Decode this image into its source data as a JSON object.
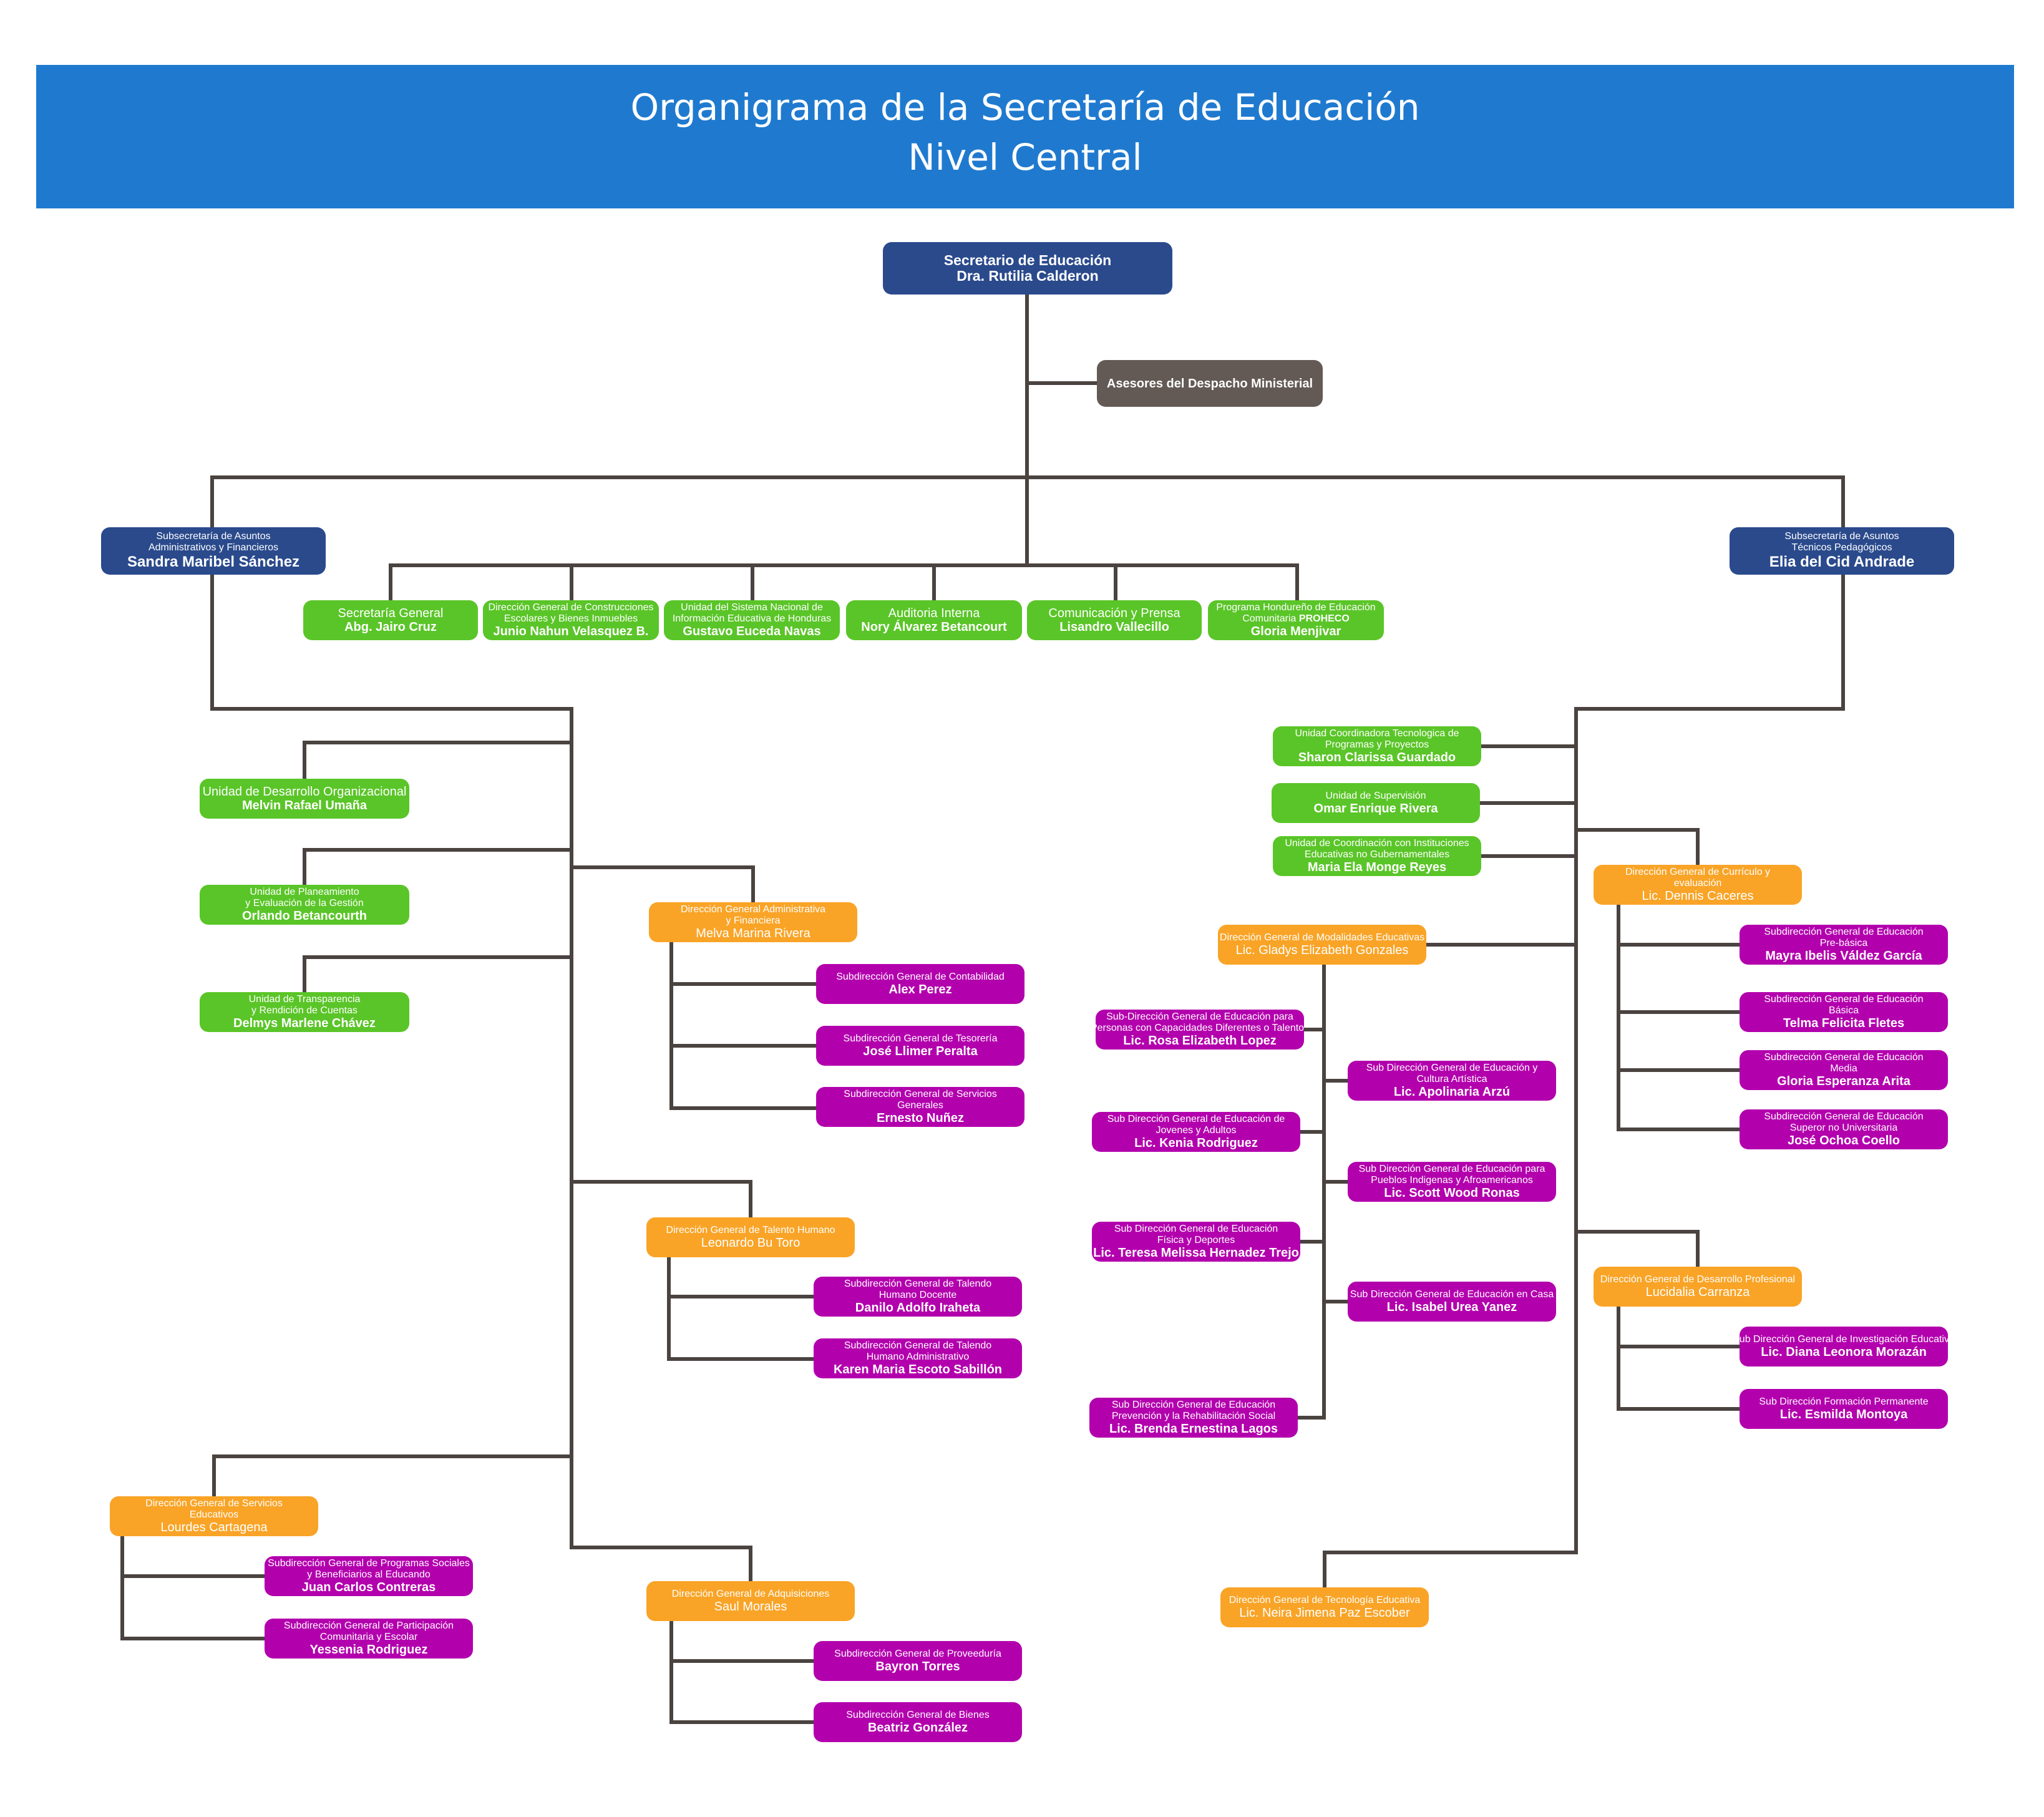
{
  "header": {
    "title": "Organigrama de la Secretaría de Educación",
    "subtitle": "Nivel Central"
  },
  "colors": {
    "banner": "#1f7acf",
    "top_level": "#2a4a8c",
    "advisors": "#635a55",
    "unit": "#5ac528",
    "direction": "#f9a427",
    "subdirection": "#b300ad",
    "connector": "#4a4340"
  },
  "secretary": {
    "title": "Secretario de Educación",
    "name": "Dra. Rutilia Calderon"
  },
  "advisors": {
    "title": "Asesores del Despacho Ministerial"
  },
  "sub_admin": {
    "title_lines": [
      "Subsecretaría de Asuntos",
      "Administrativos y Financieros"
    ],
    "name": "Sandra Maribel Sánchez"
  },
  "sub_tech": {
    "title_lines": [
      "Subsecretaría de Asuntos",
      "Técnicos Pedagógicos"
    ],
    "name": "Elia del Cid Andrade"
  },
  "central_units": [
    {
      "title_lines": [
        "Secretaría General"
      ],
      "name": "Abg. Jairo Cruz"
    },
    {
      "title_lines": [
        "Dirección General de Construcciones",
        "Escolares y Bienes Inmuebles"
      ],
      "name": "Junio Nahun Velasquez B."
    },
    {
      "title_lines": [
        "Unidad del Sistema Nacional de",
        "Información Educativa de Honduras"
      ],
      "name": "Gustavo Euceda Navas"
    },
    {
      "title_lines": [
        "Auditoria Interna"
      ],
      "name": "Nory Álvarez Betancourt"
    },
    {
      "title_lines": [
        "Comunicación y Prensa"
      ],
      "name": "Lisandro Vallecillo"
    },
    {
      "title_lines": [
        "Programa Hondureño de Educación"
      ],
      "title_prefix": "Comunitaria ",
      "title_strong": "PROHECO",
      "name": "Gloria Menjivar"
    }
  ],
  "admin_units": [
    {
      "title_lines": [
        "Unidad de Desarrollo Organizacional"
      ],
      "name": "Melvin Rafael Umaña"
    },
    {
      "title_lines": [
        "Unidad de Planeamiento",
        "y Evaluación de la Gestión"
      ],
      "name": "Orlando Betancourth"
    },
    {
      "title_lines": [
        "Unidad de Transparencia",
        "y Rendición de Cuentas"
      ],
      "name": "Delmys Marlene Chávez"
    }
  ],
  "dg_admin": {
    "title_lines": [
      "Dirección General Administrativa",
      "y Financiera"
    ],
    "name": "Melva Marina Rivera",
    "subs": [
      {
        "title_lines": [
          "Subdirección General de Contabilidad"
        ],
        "name": "Alex Perez"
      },
      {
        "title_lines": [
          "Subdirección General de Tesorería"
        ],
        "name": "José Llimer Peralta"
      },
      {
        "title_lines": [
          "Subdirección General de Servicios",
          "Generales"
        ],
        "name": "Ernesto Nuñez"
      }
    ]
  },
  "dg_talento": {
    "title_lines": [
      "Dirección General de Talento Humano"
    ],
    "name": "Leonardo Bu Toro",
    "subs": [
      {
        "title_lines": [
          "Subdirección General de Talendo",
          "Humano Docente"
        ],
        "name": "Danilo Adolfo Iraheta"
      },
      {
        "title_lines": [
          "Subdirección General de Talendo",
          "Humano Administrativo"
        ],
        "name": "Karen Maria Escoto Sabillón"
      }
    ]
  },
  "dg_servicios": {
    "title_lines": [
      "Dirección General de Servicios",
      "Educativos"
    ],
    "name": "Lourdes Cartagena",
    "subs": [
      {
        "title_lines": [
          "Subdirección General de Programas Sociales",
          "y Beneficiarios al Educando"
        ],
        "name": "Juan Carlos Contreras"
      },
      {
        "title_lines": [
          "Subdirección General de Participación",
          "Comunitaria y Escolar"
        ],
        "name": "Yessenia Rodriguez"
      }
    ]
  },
  "dg_adquisiciones": {
    "title_lines": [
      "Dirección General de Adquisiciones"
    ],
    "name": "Saul Morales",
    "subs": [
      {
        "title_lines": [
          "Subdirección General de Proveeduría"
        ],
        "name": "Bayron Torres"
      },
      {
        "title_lines": [
          "Subdirección General de Bienes"
        ],
        "name": "Beatriz González"
      }
    ]
  },
  "tech_units": [
    {
      "title_lines": [
        "Unidad Coordinadora Tecnologica de",
        "Programas y Proyectos"
      ],
      "name": "Sharon Clarissa Guardado"
    },
    {
      "title_lines": [
        "Unidad de Supervisión"
      ],
      "name": "Omar Enrique Rivera"
    },
    {
      "title_lines": [
        "Unidad de Coordinación con Instituciones",
        "Educativas no Gubernamentales"
      ],
      "name": "Maria Ela Monge Reyes"
    }
  ],
  "dg_curriculo": {
    "title_lines": [
      "Dirección General de Currículo y",
      "evaluación"
    ],
    "name": "Lic. Dennis Caceres",
    "subs": [
      {
        "title_lines": [
          "Subdirección General de Educación",
          "Pre-básica"
        ],
        "name": "Mayra Ibelis Váldez García"
      },
      {
        "title_lines": [
          "Subdirección General de Educación",
          "Básica"
        ],
        "name": "Telma Felicita Fletes"
      },
      {
        "title_lines": [
          "Subdirección General de Educación",
          "Media"
        ],
        "name": "Gloria Esperanza Arita"
      },
      {
        "title_lines": [
          "Subdirección General de Educación",
          "Superor no Universitaria"
        ],
        "name": "José Ochoa Coello"
      }
    ]
  },
  "dg_modalidades": {
    "title_lines": [
      "Dirección General de  Modalidades Educativas"
    ],
    "name": "Lic. Gladys Elizabeth Gonzales",
    "subs_left": [
      {
        "title_lines": [
          "Sub-Dirección General de  Educación para",
          "Personas con Capacidades Diferentes o Talentos"
        ],
        "name": "Lic. Rosa Elizabeth Lopez"
      },
      {
        "title_lines": [
          "Sub Dirección General de  Educación de",
          "Jovenes y Adultos"
        ],
        "name": "Lic. Kenia Rodriguez"
      },
      {
        "title_lines": [
          "Sub Dirección General de  Educación",
          "Física y Deportes"
        ],
        "name": "Lic. Teresa Melissa Hernadez Trejo"
      },
      {
        "title_lines": [
          "Sub Dirección General de  Educación",
          "Prevención y la Rehabilitación Social"
        ],
        "name": "Lic. Brenda Ernestina Lagos"
      }
    ],
    "subs_right": [
      {
        "title_lines": [
          "Sub Dirección General de  Educación y",
          "Cultura Artística"
        ],
        "name": "Lic. Apolinaria Arzú"
      },
      {
        "title_lines": [
          "Sub Dirección General de  Educación para",
          "Pueblos Indigenas y Afroamericanos"
        ],
        "name": "Lic. Scott Wood Ronas"
      },
      {
        "title_lines": [
          "Sub Dirección General de Educación en Casa"
        ],
        "name": "Lic. Isabel Urea Yanez"
      }
    ]
  },
  "dg_desarrollo": {
    "title_lines": [
      "Dirección General de  Desarrollo Profesional"
    ],
    "name": "Lucidalia Carranza",
    "subs": [
      {
        "title_lines": [
          "Sub Dirección General de Investigación Educativa"
        ],
        "name": "Lic. Diana Leonora Morazán"
      },
      {
        "title_lines": [
          "Sub Dirección Formación Permanente"
        ],
        "name": "Lic. Esmilda Montoya"
      }
    ]
  },
  "dg_tecnologia": {
    "title_lines": [
      "Dirección General de  Tecnología Educativa"
    ],
    "name": "Lic. Neira Jimena Paz Escober"
  }
}
